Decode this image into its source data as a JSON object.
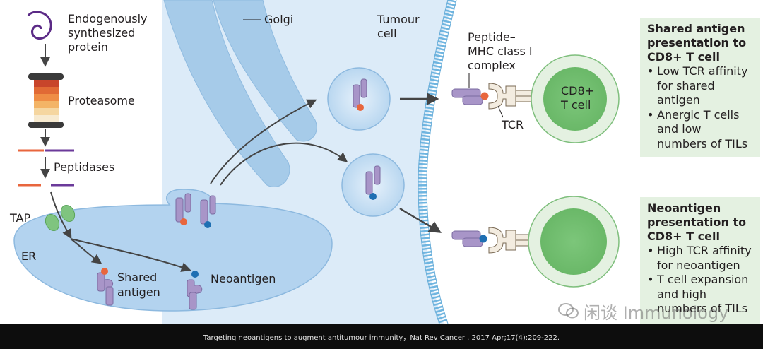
{
  "labels": {
    "endogenous": [
      "Endogenously",
      "synthesized",
      "protein"
    ],
    "proteasome": "Proteasome",
    "peptidases": "Peptidases",
    "tap": "TAP",
    "er": "ER",
    "golgi": "Golgi",
    "tumour": [
      "Tumour",
      "cell"
    ],
    "peptide_mhc": [
      "Peptide–",
      "MHC class I",
      "complex"
    ],
    "shared": [
      "Shared",
      "antigen"
    ],
    "neoantigen": "Neoantigen",
    "tcr": "TCR",
    "cd8": [
      "CD8+",
      "T cell"
    ]
  },
  "box_shared": {
    "title": [
      "Shared antigen",
      "presentation to",
      "CD8+ T cell"
    ],
    "bullets": [
      "Low TCR affinity for shared antigen",
      "Anergic T cells and low numbers of TILs"
    ]
  },
  "box_neo": {
    "title": [
      "Neoantigen",
      "presentation to",
      "CD8+ T cell"
    ],
    "bullets": [
      "High TCR affinity for neoantigen",
      "T cell expansion and high numbers of TILs"
    ]
  },
  "footer": "Targeting neoantigens to augment antitumour immunity，Nat Rev Cancer . 2017 Apr;17(4):209-222.",
  "watermark": "闲谈 Immunology",
  "colors": {
    "cell_fill": "#dcebf8",
    "vesicle_fill": "#cfe3f5",
    "mhc": "#a895c8",
    "shared_peptide": "#e8663d",
    "neo_peptide": "#1f6fb2",
    "tcell": "#7dc67b",
    "tap": "#7fc47f",
    "membrane": "#6fb5e0"
  }
}
